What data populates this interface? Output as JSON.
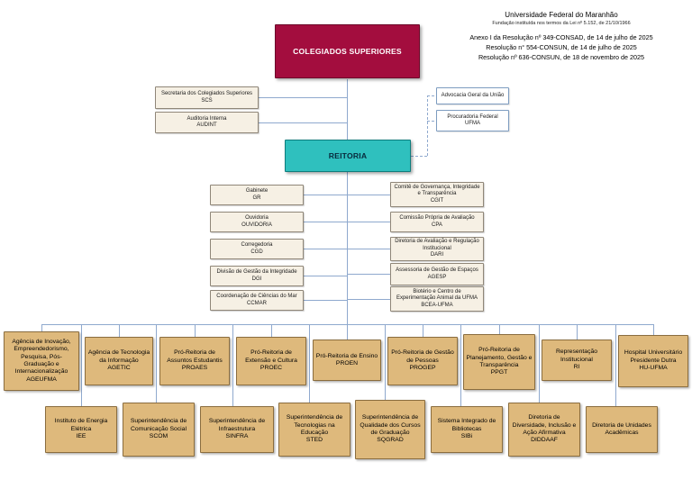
{
  "header": {
    "title": "Universidade Federal do Maranhão",
    "subtitle": "Fundação instituída nos termos da Lei nº 5.152, de 21/10/1966",
    "line1": "Anexo I da Resolução nº 349-CONSAD, de 14 de julho de 2025",
    "line2": "Resolução n° 554-CONSUN, de 14 de julho de 2025",
    "line3": "Resolução nº 636-CONSUN, de 18 de novembro de 2025"
  },
  "top_boxes": {
    "colegiados": "COLEGIADOS SUPERIORES",
    "reitoria": "REITORIA"
  },
  "staff_left": [
    {
      "name": "Secretaria dos Colegiados Superiores",
      "sigla": "SCS"
    },
    {
      "name": "Auditoria Interna",
      "sigla": "AUDINT"
    }
  ],
  "external_right": [
    {
      "name": "Advocacia Geral da União",
      "sigla": ""
    },
    {
      "name": "Procuradoria Federal",
      "sigla": "UFMA"
    }
  ],
  "reitoria_left": [
    {
      "name": "Gabinete",
      "sigla": "GR"
    },
    {
      "name": "Ouvidoria",
      "sigla": "OUVIDORIA"
    },
    {
      "name": "Corregedoria",
      "sigla": "CGD"
    },
    {
      "name": "Divisão de Gestão da Integridade",
      "sigla": "DGI"
    },
    {
      "name": "Coordenação de Ciências do Mar",
      "sigla": "CCMAR"
    }
  ],
  "reitoria_right": [
    {
      "name": "Comitê de Governança, Integridade e Transparência",
      "sigla": "CGIT"
    },
    {
      "name": "Comissão Própria de Avaliação",
      "sigla": "CPA"
    },
    {
      "name": "Diretoria de Avaliação e Regulação Institucional",
      "sigla": "DARI"
    },
    {
      "name": "Assessoria de Gestão de Espaços",
      "sigla": "AGESP"
    },
    {
      "name": "Biotério e Centro de Experimentação Animal da UFMA",
      "sigla": "BCEA-UFMA"
    }
  ],
  "row1": [
    {
      "name": "Agência de Inovação, Empreendedorismo, Pesquisa, Pós-Graduação e Internacionalização",
      "sigla": "AGEUFMA"
    },
    {
      "name": "Agência de Tecnologia da Informação",
      "sigla": "AGETIC"
    },
    {
      "name": "Pró-Reitoria de Assuntos Estudantis",
      "sigla": "PROAES"
    },
    {
      "name": "Pró-Reitoria de Extensão e Cultura",
      "sigla": "PROEC"
    },
    {
      "name": "Pró-Reitoria de Ensino",
      "sigla": "PROEN"
    },
    {
      "name": "Pró-Reitoria de Gestão de Pessoas",
      "sigla": "PROGEP"
    },
    {
      "name": "Pró-Reitoria de Planejamento, Gestão e Transparência",
      "sigla": "PPGT"
    },
    {
      "name": "Representação Institucional",
      "sigla": "RI"
    },
    {
      "name": "Hospital Universitário Presidente Dutra",
      "sigla": "HU-UFMA"
    }
  ],
  "row2": [
    {
      "name": "Instituto de Energia Elétrica",
      "sigla": "IEE"
    },
    {
      "name": "Superintendência de Comunicação Social",
      "sigla": "SCOM"
    },
    {
      "name": "Superintendência de Infraestrutura",
      "sigla": "SINFRA"
    },
    {
      "name": "Superintendência de Tecnologias na Educação",
      "sigla": "STED"
    },
    {
      "name": "Superintendência de Qualidade dos Cursos de Graduação",
      "sigla": "SQGRAD"
    },
    {
      "name": "Sistema Integrado de Bibliotecas",
      "sigla": "SIBi"
    },
    {
      "name": "Diretoria de Diversidade, Inclusão e Ação Afirmativa",
      "sigla": "DIDDAAF"
    },
    {
      "name": "Diretoria de Unidades Acadêmicas",
      "sigla": ""
    }
  ]
}
